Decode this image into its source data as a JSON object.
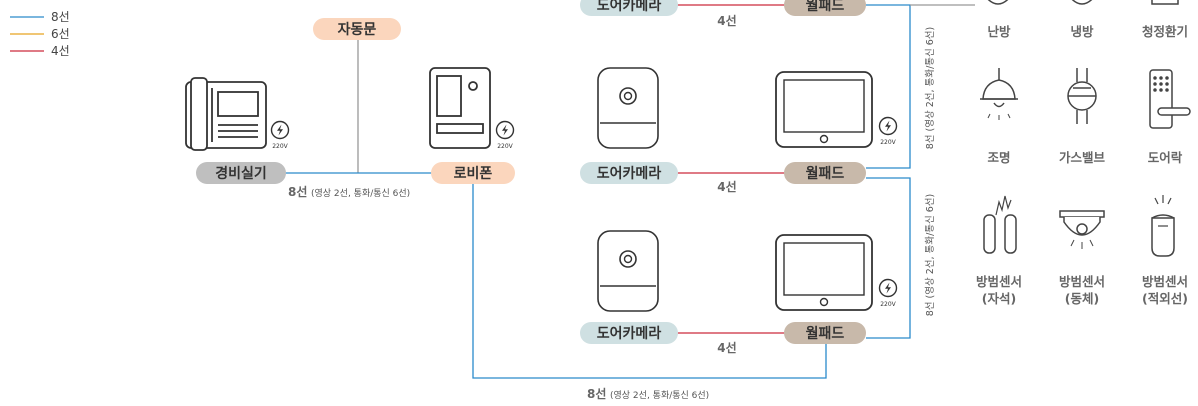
{
  "legend": [
    {
      "label": "8선",
      "color": "#2a8acb"
    },
    {
      "label": "6선",
      "color": "#e6a520"
    },
    {
      "label": "4선",
      "color": "#cc2a3c"
    }
  ],
  "colors": {
    "blue_line": "#2a8acb",
    "red_line": "#cc2a3c",
    "gray_line": "#999999",
    "pill_gray": "#bfbfbf",
    "pill_peach": "#fbd6bd",
    "pill_teal": "#cfe0e2",
    "pill_taupe": "#c8b9aa",
    "device_stroke": "#333333"
  },
  "pills": {
    "guard": "경비실기",
    "lobby": "로비폰",
    "autodoor": "자동문",
    "door_camera": "도어카메라",
    "wallpad": "월패드"
  },
  "wire_labels": {
    "four_wire": "4선",
    "eight_main": "8선",
    "eight_detail": "(영상 2선, 통화/통신 6선)",
    "vertical": "8선 (영상 2선, 통화/통신 6선)"
  },
  "power_label": "220V",
  "right_items": [
    {
      "label": "난방",
      "icon": "heating-icon"
    },
    {
      "label": "냉방",
      "icon": "cooling-icon"
    },
    {
      "label": "청정환기",
      "icon": "ventilation-icon"
    },
    {
      "label": "조명",
      "icon": "lamp-icon"
    },
    {
      "label": "가스밸브",
      "icon": "gas-valve-icon"
    },
    {
      "label": "도어락",
      "icon": "door-lock-icon"
    },
    {
      "label": "방범센서",
      "sub": "(자석)",
      "icon": "magnet-sensor-icon"
    },
    {
      "label": "방범센서",
      "sub": "(동체)",
      "icon": "motion-sensor-icon"
    },
    {
      "label": "방범센서",
      "sub": "(적외선)",
      "icon": "infrared-sensor-icon"
    }
  ]
}
